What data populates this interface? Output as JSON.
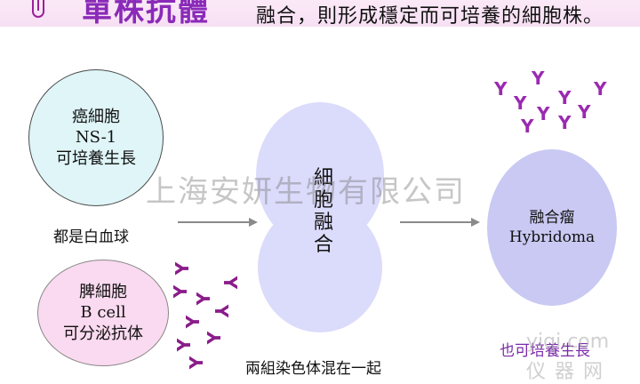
{
  "header": {
    "title": "單株抗體",
    "text": "融合，則形成穩定而可培養的細胞株。"
  },
  "cancer_cell": {
    "line1": "癌細胞",
    "line2": "NS-1",
    "line3": "可培養生長"
  },
  "blood_label": "都是白血球",
  "spleen_cell": {
    "line1": "脾細胞",
    "line2": "B cell",
    "line3": "可分泌抗体"
  },
  "fusion": {
    "chars": [
      "細",
      "胞",
      "融",
      "合"
    ]
  },
  "mix_label": "兩組染色体混在一起",
  "hybridoma": {
    "line1": "融合瘤",
    "line2": "Hybridoma"
  },
  "hybridoma_label": "也可培養生長",
  "watermark": "上海安妍生物有限公司",
  "corner_watermark": {
    "line1": "yiqi.com",
    "line2": "仪器网"
  },
  "antibody_glyph": "Y",
  "colors": {
    "cancer_cell": "#dff5f8",
    "spleen_cell": "#fadaf0",
    "fusion_cell": "#dbdbfb",
    "hybridoma": "#c9c9f3",
    "antibody_purple": "#9a2ab0",
    "antibody_dark": "#8a1c8a",
    "title_purple": "#8a2ab8"
  }
}
